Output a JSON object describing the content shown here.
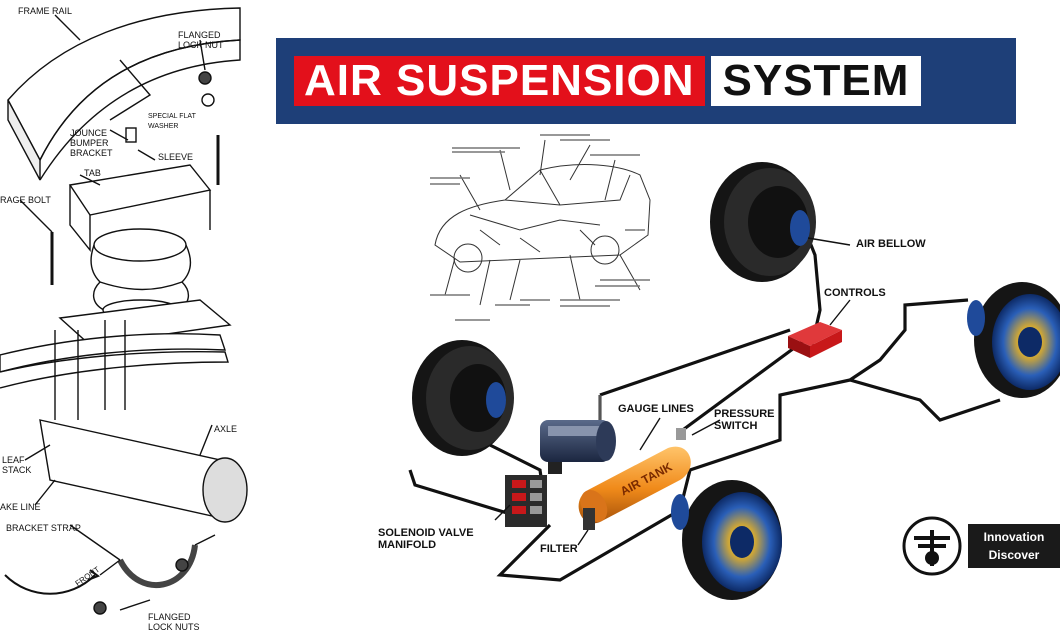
{
  "title": {
    "part1": "AIR SUSPENSION",
    "part2": "SYSTEM"
  },
  "left_labels": {
    "frame_rail": "FRAME RAIL",
    "flanged_lock_nut": "FLANGED LOCK NUT",
    "jounce_bumper_bracket": "JOUNCE BUMPER BRACKET",
    "special_flat_washer": "SPECIAL FLAT WASHER",
    "sleeve": "SLEEVE",
    "tab": "TAB",
    "carriage_bolt": "RAGE BOLT",
    "axle": "AXLE",
    "leaf_stack": "LEAF STACK",
    "brake_line": "AKE LINE",
    "bracket_strap": "BRACKET STRAP",
    "front": "FRONT",
    "flanged_lock_nuts": "FLANGED LOCK NUTS"
  },
  "right_labels": {
    "air_bellow": "AIR BELLOW",
    "controls": "CONTROLS",
    "gauge_lines": "GAUGE LINES",
    "pressure_switch": "PRESSURE SWITCH",
    "solenoid_valve_manifold": "SOLENOID VALVE MANIFOLD",
    "filter": "FILTER",
    "air_tank": "AIR TANK"
  },
  "logo": {
    "line1": "Innovation",
    "line2": "Discover"
  },
  "colors": {
    "banner_bg": "#1e3f78",
    "title_red": "#e3101b",
    "bellow_blue": "#1f4a9a",
    "tank_orange": "#f0901e",
    "controls_red": "#c8181a"
  }
}
